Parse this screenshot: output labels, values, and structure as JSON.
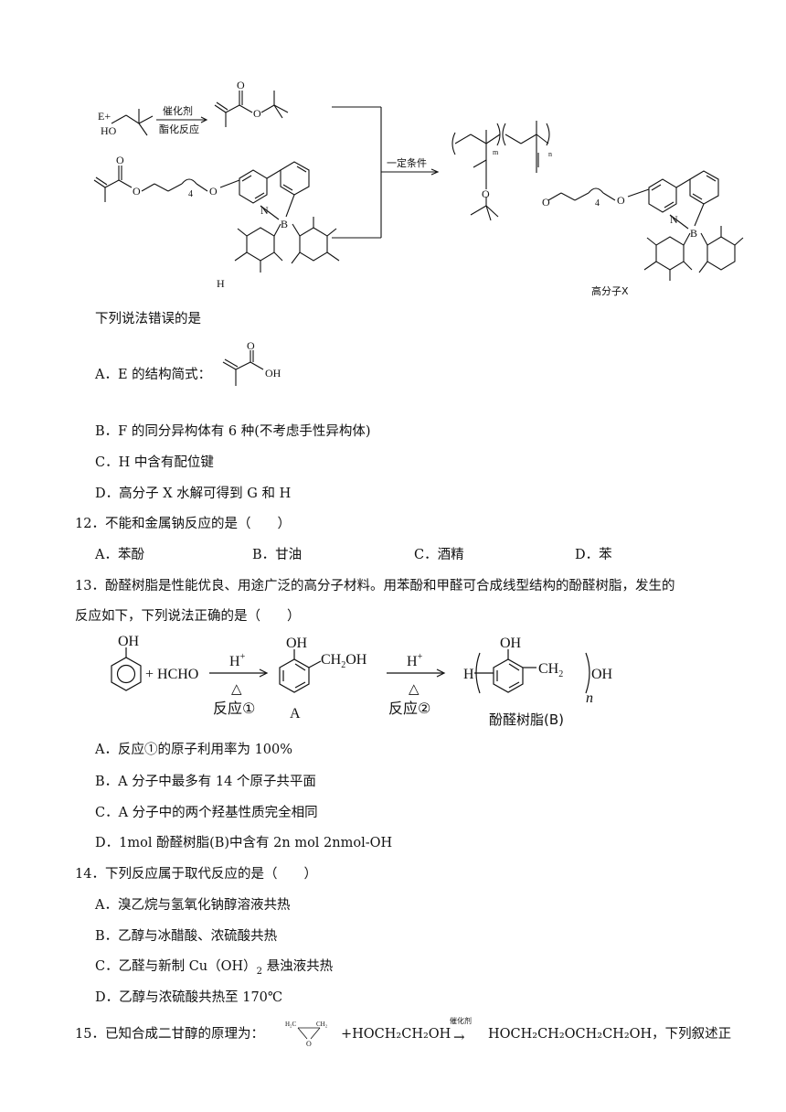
{
  "scheme1": {
    "e_label": "E+",
    "ho_label": "HO",
    "cat_label": "催化剂",
    "esterify_label": "酯化反应",
    "o_label": "O",
    "n4_label": "4",
    "n_label": "N",
    "b_label": "B",
    "h_label": "H",
    "condition_label": "一定条件",
    "m_label": "m",
    "n_sub_label": "n",
    "polymer_label": "高分子X"
  },
  "q11": {
    "stem": "下列说法错误的是",
    "option_a_prefix": "A．E 的结构简式：",
    "option_a_oh": "OH",
    "option_b": "B．F 的同分异构体有 6 种(不考虑手性异构体)",
    "option_c": "C．H 中含有配位键",
    "option_d": "D．高分子 X 水解可得到 G 和 H"
  },
  "q12": {
    "stem": "12．不能和金属钠反应的是（　　）",
    "options": [
      "A．苯酚",
      "B．甘油",
      "C．酒精",
      "D．苯"
    ]
  },
  "q13": {
    "stem_line1": "13．酚醛树脂是性能优良、用途广泛的高分子材料。用苯酚和甲醛可合成线型结构的酚醛树脂，发生的",
    "stem_line2": "反应如下，下列说法正确的是（　　）",
    "scheme": {
      "oh": "OH",
      "plus_hcho": "+ HCHO",
      "h_plus": "H",
      "plus_sign": "+",
      "delta": "△",
      "reaction1": "反应①",
      "ch2oh": "CH",
      "ch2oh_sub": "2",
      "ch2oh_end": "OH",
      "a_label": "A",
      "reaction2": "反应②",
      "h_end": "H",
      "ch2_group": "CH",
      "ch2_sub": "2",
      "oh_end": "OH",
      "n_index": "n",
      "resin_label": "酚醛树脂(B)"
    },
    "option_a": "A．反应①的原子利用率为 100%",
    "option_b": "B．A 分子中最多有 14 个原子共平面",
    "option_c": "C．A 分子中的两个羟基性质完全相同",
    "option_d": "D．1mol 酚醛树脂(B)中含有 2n mol  2nmol-OH"
  },
  "q14": {
    "stem": "14．下列反应属于取代反应的是（　　）",
    "option_a": "A．溴乙烷与氢氧化钠醇溶液共热",
    "option_b": "B．乙醇与冰醋酸、浓硫酸共热",
    "option_c_pre": "C．乙醛与新制 Cu（OH）",
    "option_c_sub": "2",
    "option_c_post": " 悬浊液共热",
    "option_d": "D．乙醇与浓硫酸共热至 170℃"
  },
  "q15": {
    "stem_pre": "15．已知合成二甘醇的原理为：",
    "epoxide_h2c": "H₂C",
    "epoxide_ch2": "CH₂",
    "epoxide_o": "O",
    "reactant": "+HOCH₂CH₂OH",
    "catalyst": "催化剂",
    "arrow": "→",
    "product": "HOCH₂CH₂OCH₂CH₂OH，下列叙述正"
  }
}
